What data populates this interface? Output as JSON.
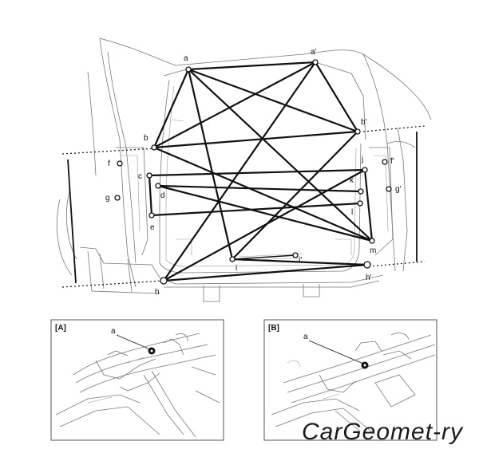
{
  "diagram": {
    "point_labels": {
      "a": "a",
      "a_prime": "a'",
      "b": "b",
      "b_prime": "b'",
      "c": "c",
      "d": "d",
      "e": "e",
      "f": "f",
      "f_prime": "f'",
      "g": "g",
      "g_prime": "g'",
      "h": "h",
      "h_prime": "h'",
      "i": "i",
      "i_prime": "i'",
      "j": "j",
      "k": "k",
      "l": "l",
      "m": "m"
    },
    "inset_a": {
      "tag": "[A]",
      "callout": "a"
    },
    "inset_b": {
      "tag": "[B]",
      "callout": "a"
    },
    "watermark": "CarGeomet-ry"
  }
}
